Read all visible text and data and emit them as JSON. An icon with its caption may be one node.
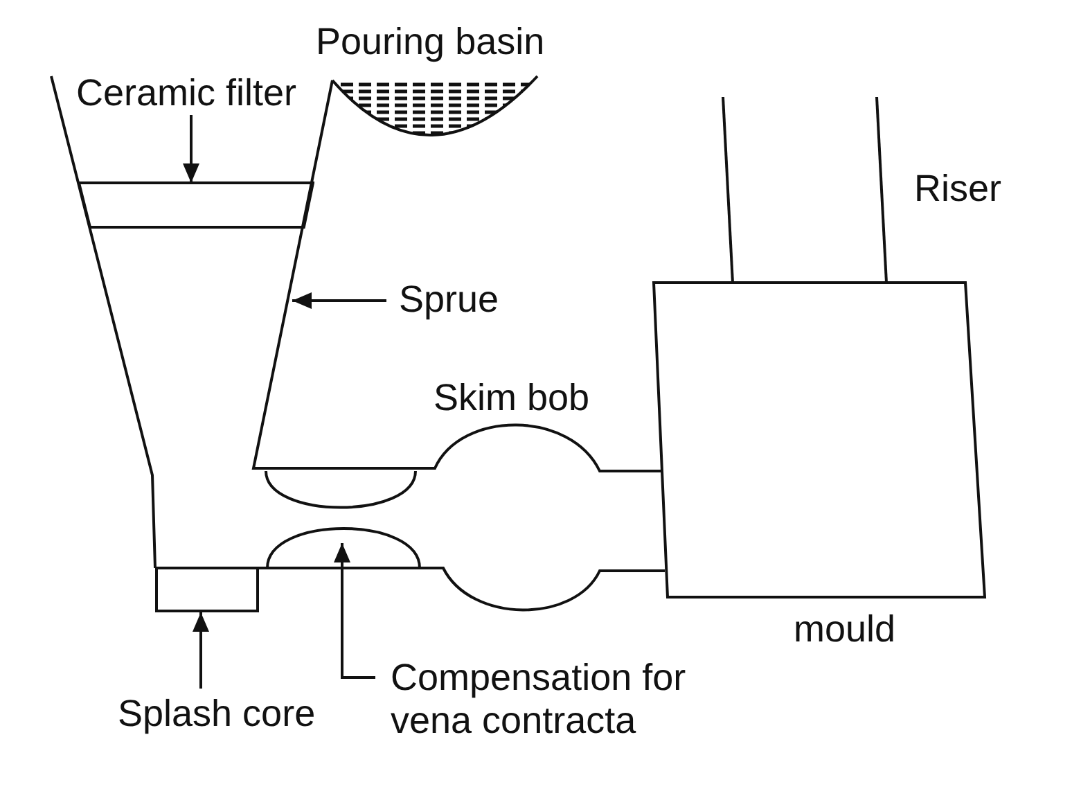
{
  "diagram": {
    "nodes": [
      {
        "text": [
          "Ceramic filter"
        ]
      },
      {
        "text": [],
        "shape": "bar"
      },
      {
        "text": [
          "Sprue"
        ]
      },
      {
        "text": [],
        "shape": "box"
      },
      {
        "text": [
          "Splash core"
        ]
      },
      {
        "text": [
          "Compensation for vena contracta"
        ]
      }
    ],
    "edges": [
      {
        "from": 0,
        "to": 1,
        "arrow": "to"
      },
      {
        "from": 2,
        "to": null,
        "arrow": "to"
      },
      {
        "from": 4,
        "to": 3,
        "arrow": "to"
      },
      {
        "from": 5,
        "to": null,
        "arrow": "to"
      }
    ],
    "labels": [
      "Pouring basin",
      "Riser",
      "Skim bob",
      "mould"
    ]
  }
}
